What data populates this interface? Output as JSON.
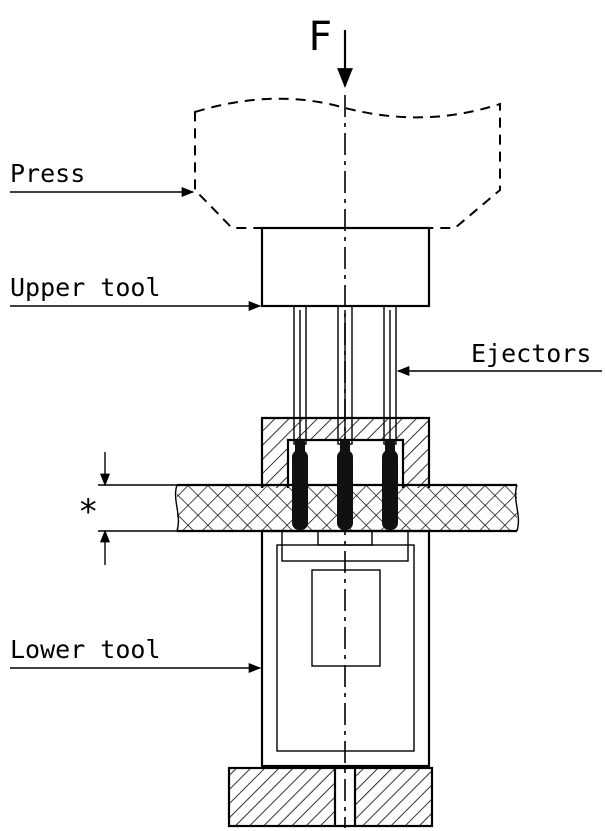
{
  "labels": {
    "force": "F",
    "press": "Press",
    "upper_tool": "Upper tool",
    "ejectors": "Ejectors",
    "lower_tool": "Lower tool",
    "dimension_mark": "*"
  }
}
